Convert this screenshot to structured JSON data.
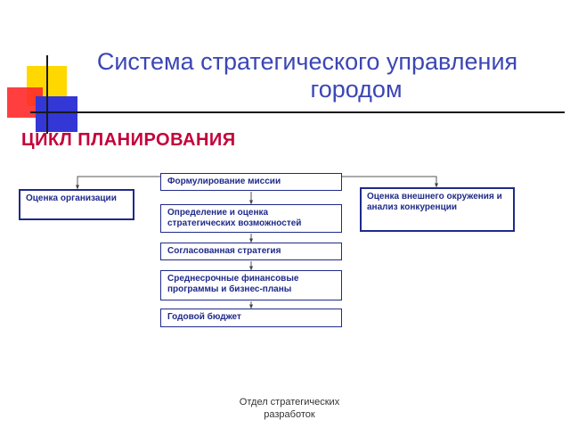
{
  "title": {
    "line1": "Система стратегического  управления",
    "line2": "городом"
  },
  "subtitle": "ЦИКЛ ПЛАНИРОВАНИЯ",
  "diagram": {
    "mission": "Формулирование миссии",
    "opportunities": "Определение и оценка стратегических возможностей",
    "strategy": "Согласованная стратегия",
    "programs": "Среднесрочные финансовые программы и бизнес-планы",
    "budget": "Годовой бюджет",
    "org_assessment": "Оценка организации",
    "external_assessment": "Оценка внешнего окружения и анализ конкуренции"
  },
  "footer": "Отдел стратегических разработок",
  "colors": {
    "title": "#3b46b5",
    "subtitle": "#c4003a",
    "box_border": "#1f2a8a",
    "box_text": "#1f2a8a",
    "deco_yellow": "#ffd800",
    "deco_red": "#ff2a2a",
    "deco_blue": "#3237d6"
  }
}
